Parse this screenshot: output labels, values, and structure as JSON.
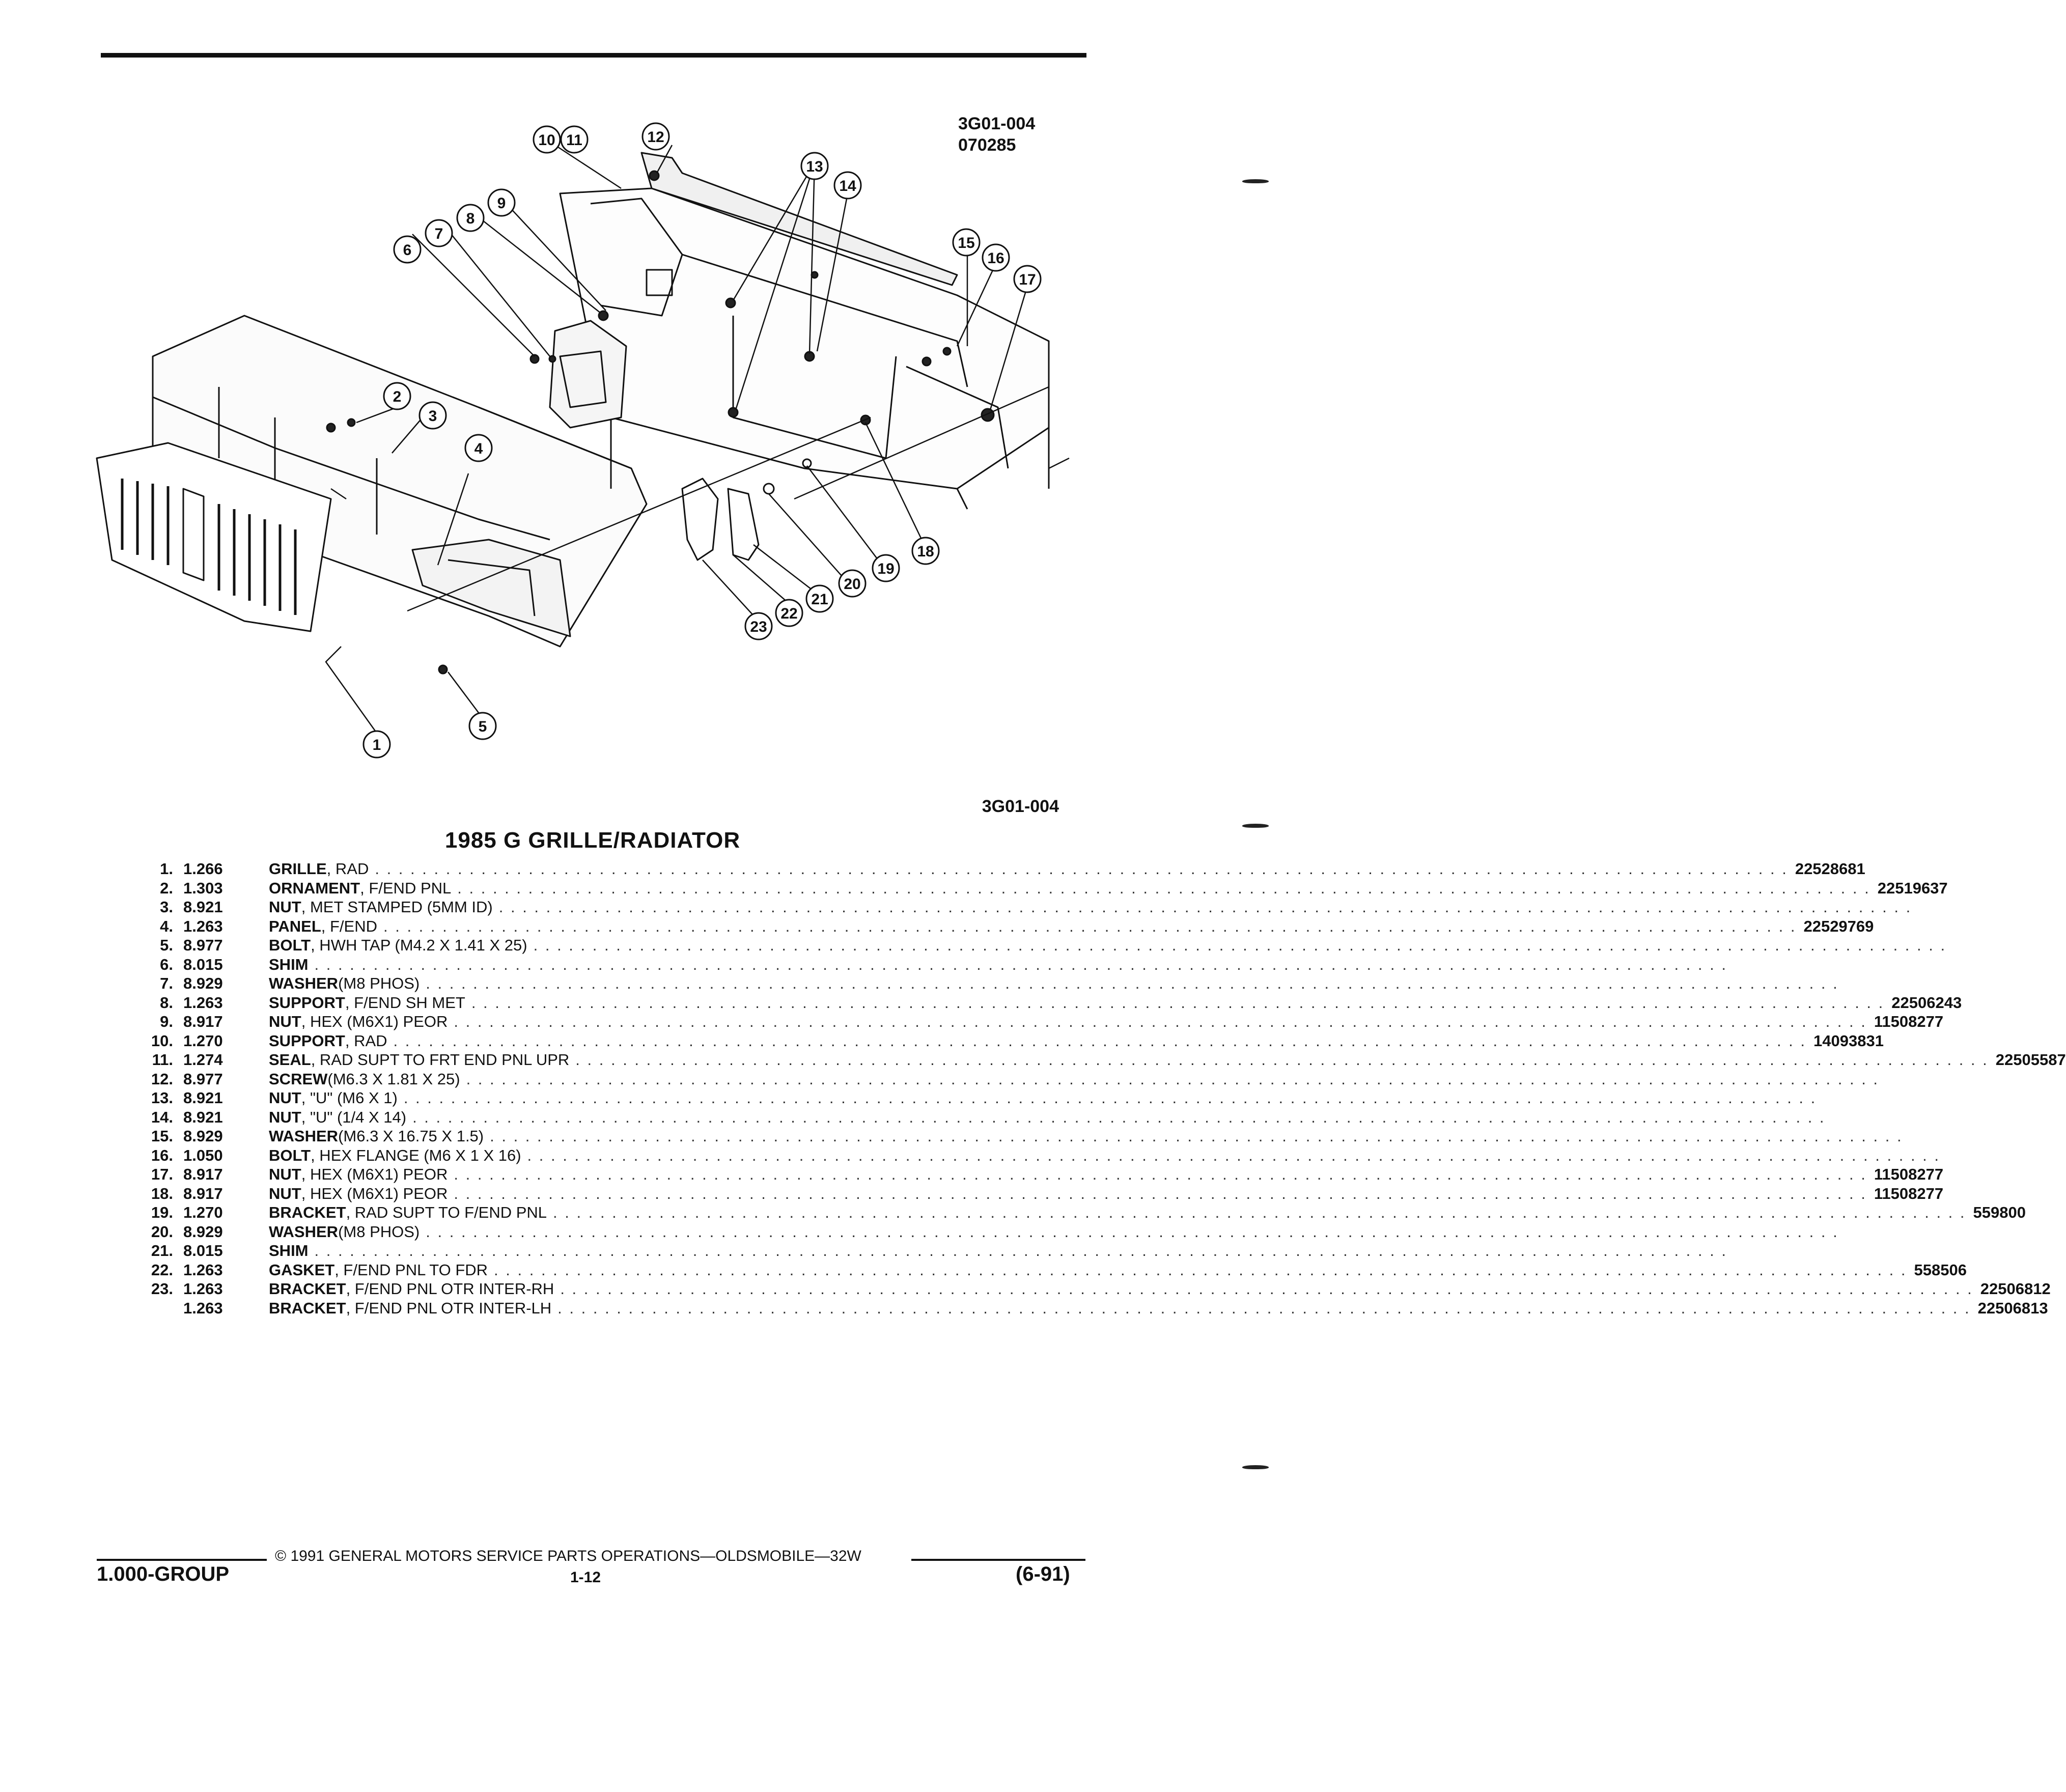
{
  "figure": {
    "id": "3G01-004",
    "code": "070285",
    "ref": "3G01-004",
    "callouts": [
      "1",
      "2",
      "3",
      "4",
      "5",
      "6",
      "7",
      "8",
      "9",
      "10",
      "11",
      "12",
      "13",
      "14",
      "15",
      "16",
      "17",
      "18",
      "19",
      "20",
      "21",
      "22",
      "23"
    ]
  },
  "title": "1985 G GRILLE/RADIATOR",
  "parts": [
    {
      "num": "1.",
      "code": "1.266",
      "name": "GRILLE",
      "detail": ", RAD",
      "pn": "22528681"
    },
    {
      "num": "2.",
      "code": "1.303",
      "name": "ORNAMENT",
      "detail": ", F/END PNL",
      "pn": "22519637"
    },
    {
      "num": "3.",
      "code": "8.921",
      "name": "NUT",
      "detail": ", MET STAMPED (5MM ID)",
      "pn": ""
    },
    {
      "num": "4.",
      "code": "1.263",
      "name": "PANEL",
      "detail": ", F/END",
      "pn": "22529769"
    },
    {
      "num": "5.",
      "code": "8.977",
      "name": "BOLT",
      "detail": ", HWH TAP (M4.2 X 1.41 X 25)",
      "pn": ""
    },
    {
      "num": "6.",
      "code": "8.015",
      "name": "SHIM",
      "detail": "",
      "pn": ""
    },
    {
      "num": "7.",
      "code": "8.929",
      "name": "WASHER",
      "detail": " (M8 PHOS)",
      "pn": ""
    },
    {
      "num": "8.",
      "code": "1.263",
      "name": "SUPPORT",
      "detail": ", F/END SH MET",
      "pn": "22506243"
    },
    {
      "num": "9.",
      "code": "8.917",
      "name": "NUT",
      "detail": ", HEX (M6X1) PEOR",
      "pn": "11508277"
    },
    {
      "num": "10.",
      "code": "1.270",
      "name": "SUPPORT",
      "detail": ", RAD",
      "pn": "14093831"
    },
    {
      "num": "11.",
      "code": "1.274",
      "name": "SEAL",
      "detail": ", RAD SUPT TO FRT END PNL UPR",
      "pn": "22505587"
    },
    {
      "num": "12.",
      "code": "8.977",
      "name": "SCREW",
      "detail": " (M6.3 X 1.81 X 25)",
      "pn": ""
    },
    {
      "num": "13.",
      "code": "8.921",
      "name": "NUT",
      "detail": ", \"U\" (M6 X 1)",
      "pn": ""
    },
    {
      "num": "14.",
      "code": "8.921",
      "name": "NUT",
      "detail": ", \"U\" (1/4 X 14)",
      "pn": ""
    },
    {
      "num": "15.",
      "code": "8.929",
      "name": "WASHER",
      "detail": " (M6.3 X 16.75 X 1.5)",
      "pn": ""
    },
    {
      "num": "16.",
      "code": "1.050",
      "name": "BOLT",
      "detail": ", HEX FLANGE (M6 X 1 X 16)",
      "pn": ""
    },
    {
      "num": "17.",
      "code": "8.917",
      "name": "NUT",
      "detail": ", HEX (M6X1) PEOR",
      "pn": "11508277"
    },
    {
      "num": "18.",
      "code": "8.917",
      "name": "NUT",
      "detail": ", HEX (M6X1) PEOR",
      "pn": "11508277"
    },
    {
      "num": "19.",
      "code": "1.270",
      "name": "BRACKET",
      "detail": ", RAD SUPT TO F/END PNL",
      "pn": "559800"
    },
    {
      "num": "20.",
      "code": "8.929",
      "name": "WASHER",
      "detail": " (M8 PHOS)",
      "pn": ""
    },
    {
      "num": "21.",
      "code": "8.015",
      "name": "SHIM",
      "detail": "",
      "pn": ""
    },
    {
      "num": "22.",
      "code": "1.263",
      "name": "GASKET",
      "detail": ", F/END PNL TO FDR",
      "pn": "558506"
    },
    {
      "num": "23.",
      "code": "1.263",
      "name": "BRACKET",
      "detail": ", F/END PNL OTR INTER-RH",
      "pn": "22506812"
    },
    {
      "num": "",
      "code": "1.263",
      "name": "BRACKET",
      "detail": ", F/END PNL OTR INTER-LH",
      "pn": "22506813"
    }
  ],
  "footer": {
    "copyright": "© 1991 GENERAL MOTORS SERVICE PARTS OPERATIONS—OLDSMOBILE—32W",
    "group": "1.000-GROUP",
    "page": "1-12",
    "date": "(6-91)"
  }
}
